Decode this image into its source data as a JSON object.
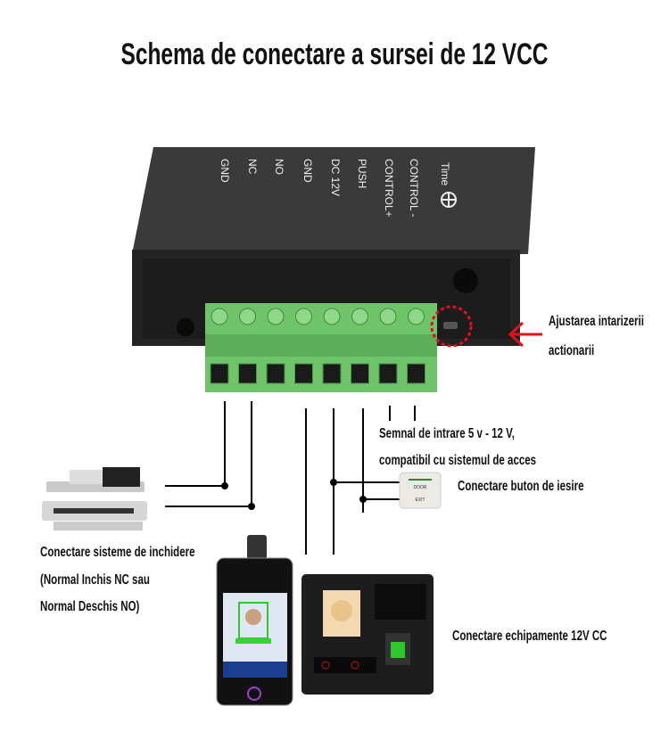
{
  "title": "Schema de conectare a sursei de 12 VCC",
  "terminal_labels": [
    "CONTROL -",
    "CONTROL+",
    "PUSH",
    "DC 12V",
    "GND",
    "NO",
    "NC",
    "GND"
  ],
  "time_label": "Time",
  "annotations": {
    "delay_line1": "Ajustarea intarizerii",
    "delay_line2": "actionarii",
    "input_line1": "Semnal de intrare 5 v - 12 V,",
    "input_line2": "compatibil cu sistemul de acces",
    "exit_button": "Conectare buton de iesire",
    "locks_line1": "Conectare sisteme de inchidere",
    "locks_line2": "(Normal Inchis NC sau",
    "locks_line3": "Normal Deschis NO)",
    "devices": "Conectare echipamente 12V CC"
  },
  "exit_button_text": {
    "top": "DOOR",
    "bottom": "EXIT"
  },
  "colors": {
    "accent": "#e01020",
    "terminal": "#6fc46a",
    "case": "#2a2a2a"
  }
}
